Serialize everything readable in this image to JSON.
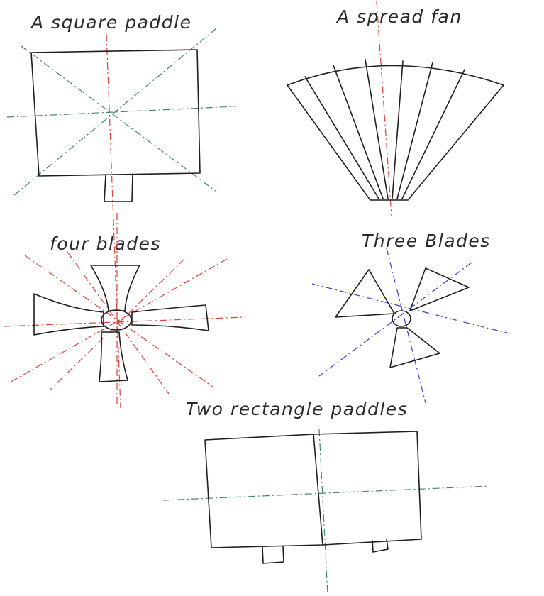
{
  "labels": {
    "square_paddle": "A square paddle",
    "spread_fan": "A spread fan",
    "four_blades": "four blades",
    "three_blades": "Three Blades",
    "two_rect_paddles": "Two rectangle paddles"
  },
  "colors": {
    "ink": "#1f1f1f",
    "axis_red": "#e0403a",
    "axis_green": "#3c8a6a",
    "axis_blue": "#3a3ed8",
    "paper": "#ffffff"
  }
}
